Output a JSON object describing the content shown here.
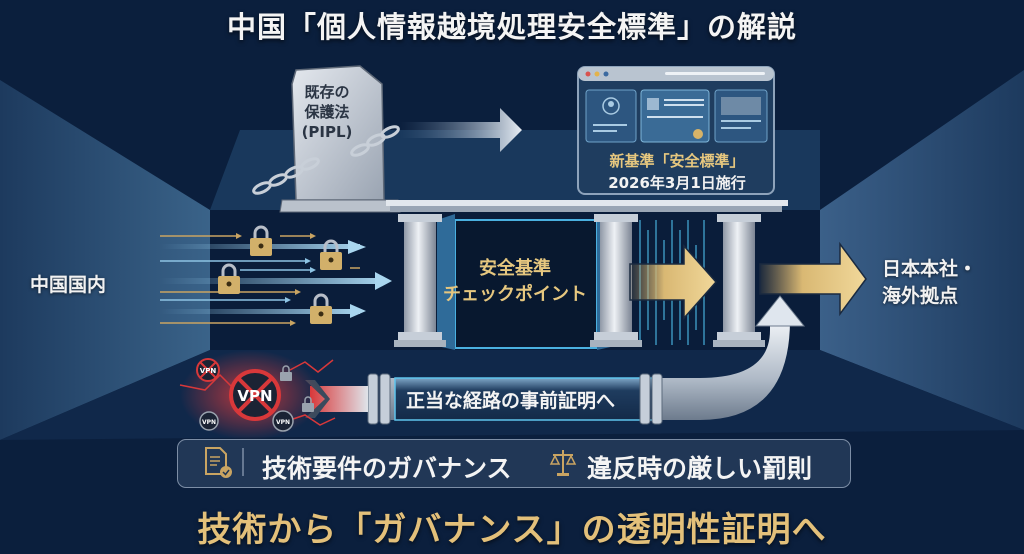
{
  "title": "中国「個人情報越境処理安全標準」の解説",
  "old_law": {
    "lines": [
      "既存の",
      "保護法",
      "(PIPL)"
    ]
  },
  "new_standard": {
    "label": "新基準「安全標準」",
    "effective_date": "2026年3月1日施行"
  },
  "origin_label": "中国国内",
  "checkpoint": {
    "line1": "安全基準",
    "line2": "チェックポイント"
  },
  "destination": {
    "line1": "日本本社・",
    "line2": "海外拠点"
  },
  "vpn_blocked": {
    "main_label": "VPN",
    "small_labels": [
      "VPN",
      "VPN",
      "VPN"
    ]
  },
  "pipe_label": "正当な経路の事前証明へ",
  "governance_bar": {
    "item1": "技術要件のガバナンス",
    "item2": "違反時の厳しい罰則",
    "icon1": "document-check-icon",
    "icon2": "scales-icon"
  },
  "bottom_message": "技術から「ガバナンス」の透明性証明へ",
  "colors": {
    "background": "#0b1f3d",
    "gold": "#e3c07a",
    "alert_red": "#d8383a",
    "cyan": "#5fc4ec"
  }
}
